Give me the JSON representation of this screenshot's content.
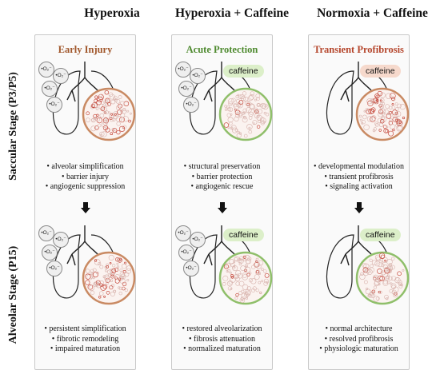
{
  "columns": [
    {
      "title": "Hyperoxia"
    },
    {
      "title": "Hyperoxia + Caffeine"
    },
    {
      "title": "Normoxia + Caffeine"
    }
  ],
  "rows": [
    {
      "label": "Saccular Stage (P3/P5)"
    },
    {
      "label": "Alveolar Stage (P15)"
    }
  ],
  "oxygen_label": "•O₂⁻",
  "caffeine_label": "caffeine",
  "panels": [
    {
      "title": "Early Injury",
      "title_color": "#a0562a",
      "ring_color": "#c98a63",
      "saccular_bullets": [
        "• alveolar simplification",
        "• barrier injury",
        "• angiogenic suppression"
      ],
      "alveolar_bullets": [
        "• persistent simplification",
        "• fibrotic remodeling",
        "• impaired maturation"
      ],
      "saccular_has_caffeine": false,
      "alveolar_has_caffeine": false,
      "has_oxygen": true
    },
    {
      "title": "Acute Protection",
      "title_color": "#4e8a2f",
      "ring_color": "#8fbf6a",
      "saccular_bullets": [
        "• structural preservation",
        "• barrier protection",
        "• angiogenic rescue"
      ],
      "alveolar_bullets": [
        "• restored alveolarization",
        "• fibrosis attenuation",
        "• normalized maturation"
      ],
      "saccular_has_caffeine": true,
      "alveolar_has_caffeine": true,
      "caffeine_bg": "#dcefc9",
      "has_oxygen": true
    },
    {
      "title": "Transient Profibrosis",
      "title_color": "#b5462c",
      "ring_color": "#c98a63",
      "saccular_bullets": [
        "• developmental modulation",
        "• transient profibrosis",
        "• signaling activation"
      ],
      "alveolar_bullets": [
        "• normal architecture",
        "• resolved profibrosis",
        "• physiologic maturation"
      ],
      "saccular_has_caffeine": true,
      "alveolar_has_caffeine": true,
      "caffeine_bg_saccular": "#f6d9cc",
      "caffeine_bg": "#dcefc9",
      "ring_color_alveolar": "#8fbf6a",
      "has_oxygen": false
    }
  ]
}
